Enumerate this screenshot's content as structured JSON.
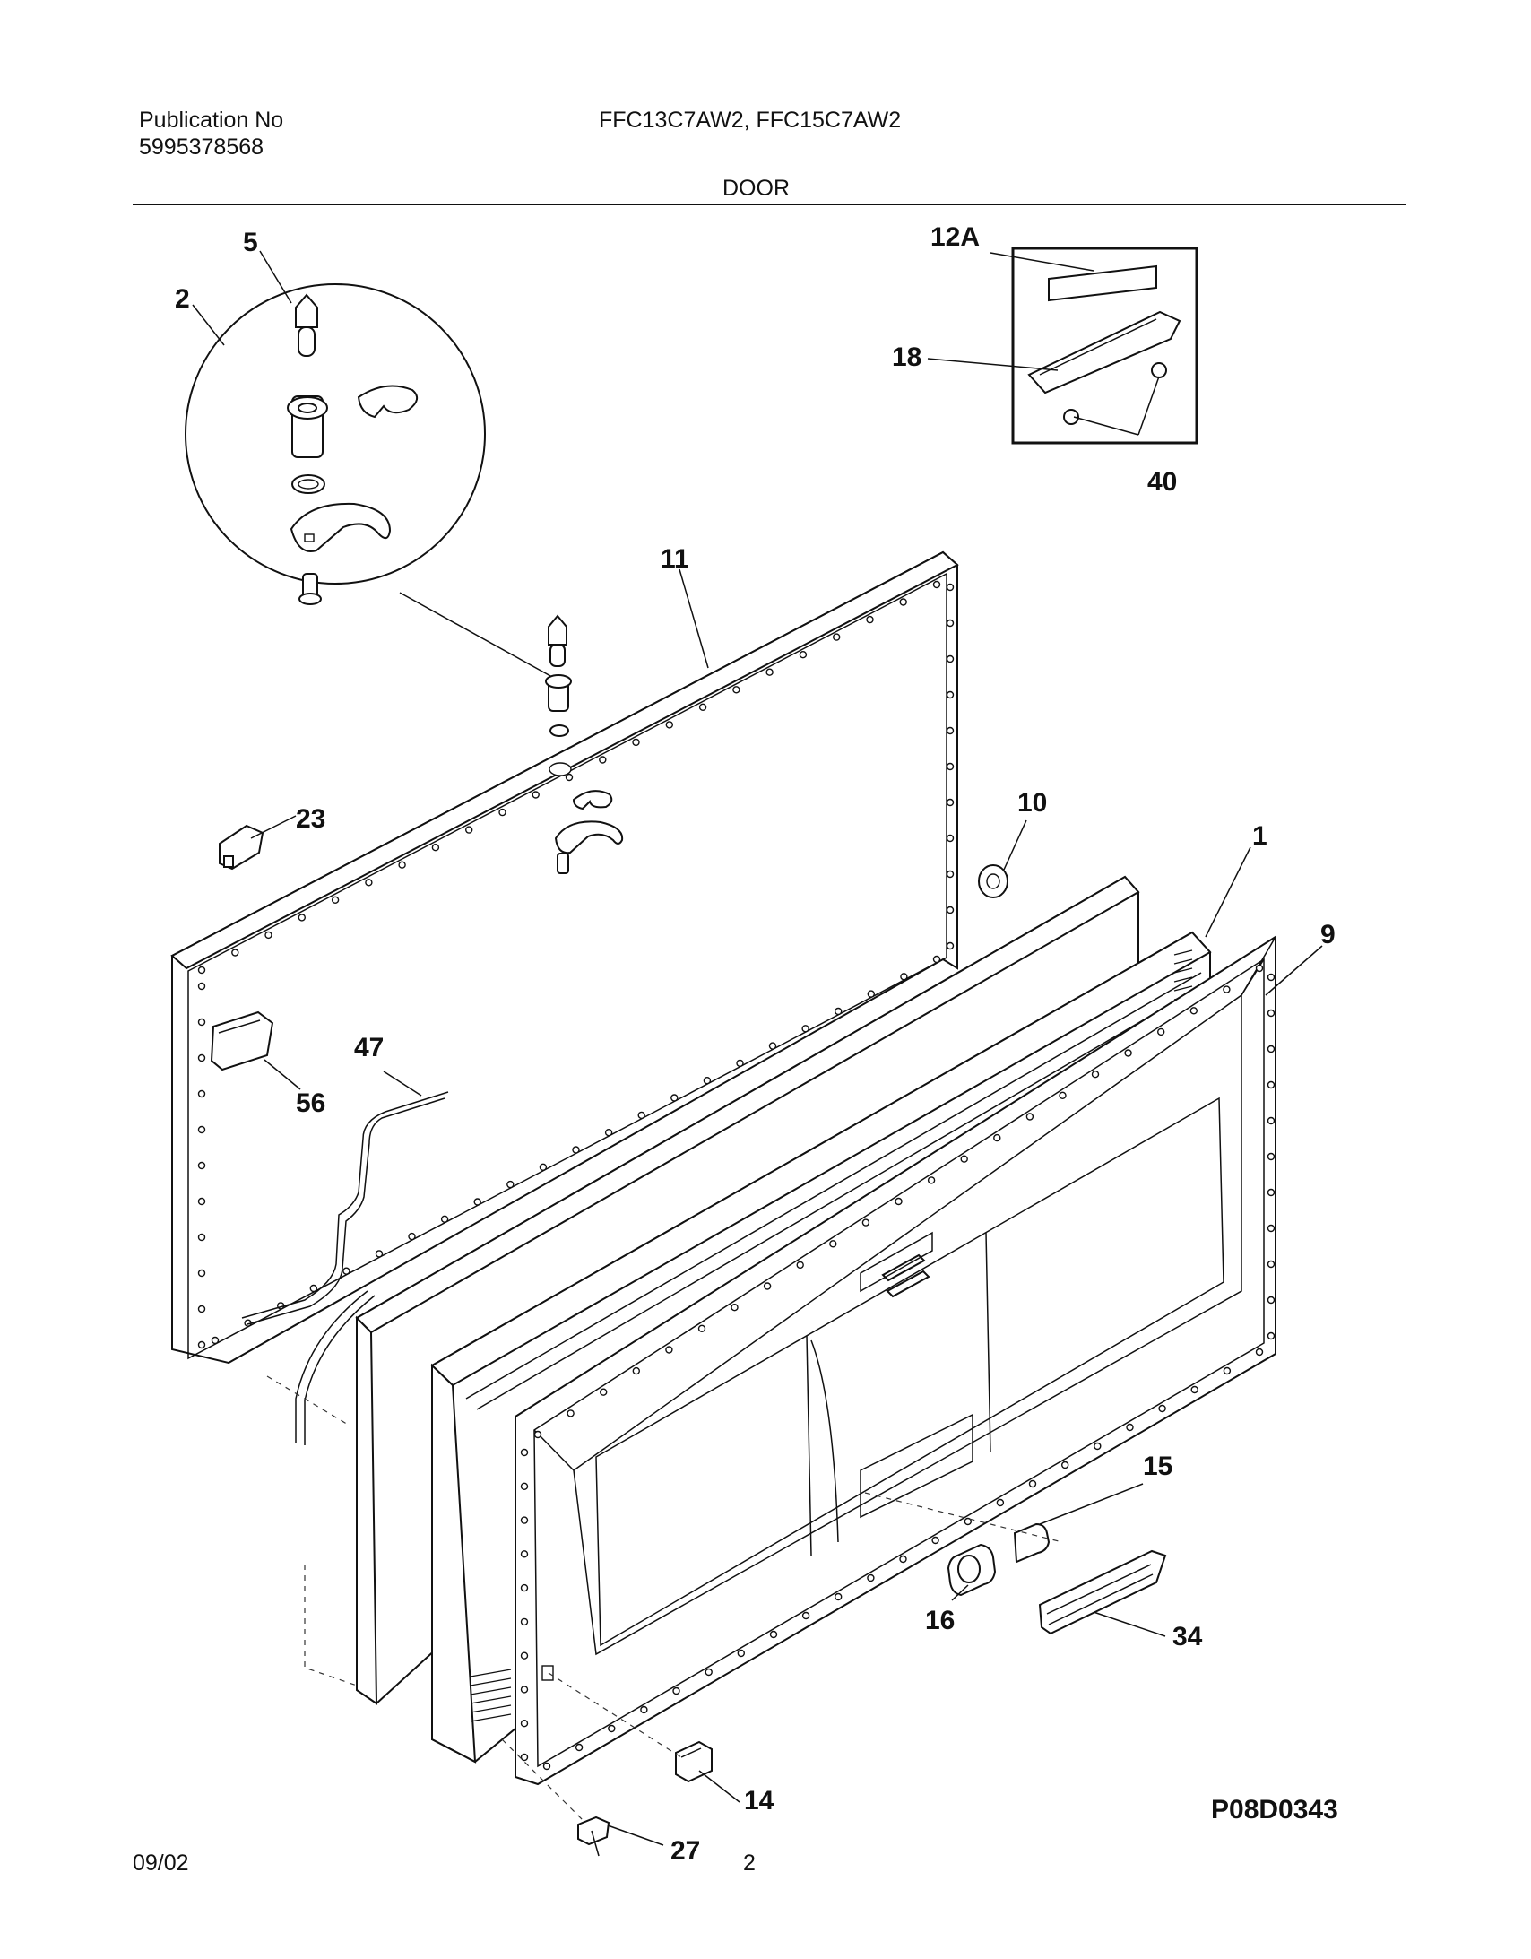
{
  "header": {
    "publication_label": "Publication No",
    "publication_number": "5995378568",
    "models": "FFC13C7AW2, FFC15C7AW2",
    "section_title": "DOOR"
  },
  "callouts": [
    "5",
    "2",
    "12A",
    "18",
    "40",
    "11",
    "10",
    "1",
    "9",
    "23",
    "47",
    "56",
    "15",
    "16",
    "34",
    "14",
    "27"
  ],
  "figure_code": "P08D0343",
  "footer": {
    "date": "09/02",
    "page": "2"
  }
}
